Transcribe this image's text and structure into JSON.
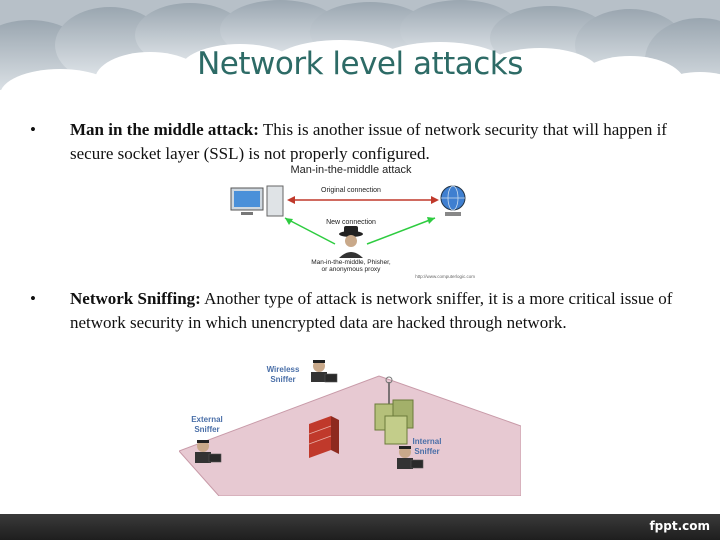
{
  "slide": {
    "title": "Network level attacks",
    "bullet_symbol": "•",
    "bullets": [
      {
        "heading": "Man in the middle attack:",
        "text": " This is another issue of network security that will happen if secure socket layer (SSL) is not properly configured."
      },
      {
        "heading": "Network Sniffing:",
        "text": " Another type of attack is network sniffer, it is a more critical issue of network security in which unencrypted data are hacked through network."
      }
    ]
  },
  "diagram_mitm": {
    "title": "Man-in-the-middle attack",
    "original_label": "Original connection",
    "new_label": "New connection",
    "attacker_label_1": "Man-in-the-middle, Phisher,",
    "attacker_label_2": "or anonymous proxy",
    "url": "http://www.computerlogic.com"
  },
  "diagram_sniff": {
    "wireless_1": "Wireless",
    "wireless_2": "Sniffer",
    "external_1": "External",
    "external_2": "Sniffer",
    "internal_1": "Internal",
    "internal_2": "Sniffer"
  },
  "footer": {
    "brand": "fppt.com"
  },
  "colors": {
    "title": "#2d6b66",
    "floor": "#e7c9d2",
    "footer": "#262626"
  }
}
